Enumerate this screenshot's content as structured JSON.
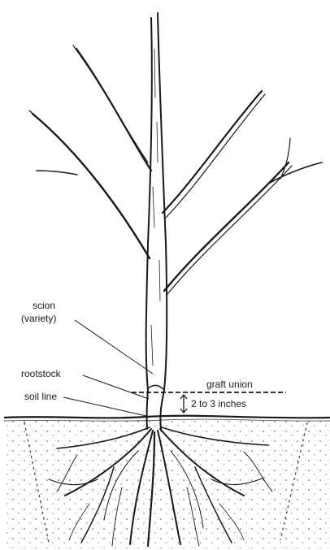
{
  "labels": {
    "scion": "scion",
    "scion_note": "(variety)",
    "rootstock": "rootstock",
    "soil_line": "soil line",
    "graft_union": "graft union",
    "depth": "2 to 3 inches"
  },
  "colors": {
    "ink": "#1a1a1a",
    "paper": "#ffffff"
  }
}
